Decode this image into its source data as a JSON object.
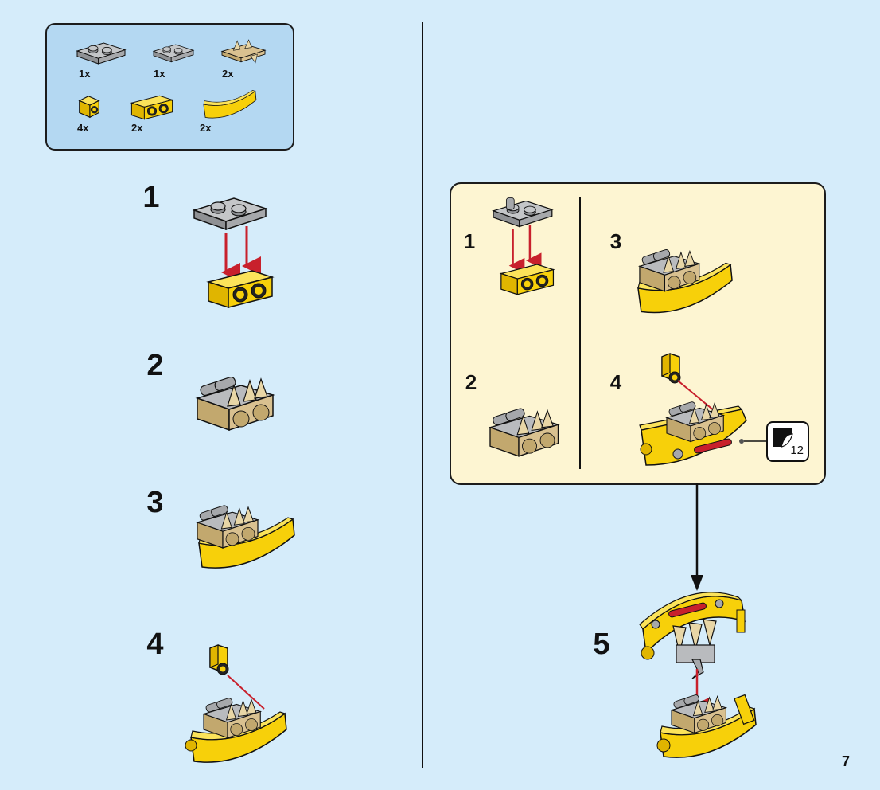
{
  "parts_list": {
    "items": [
      {
        "qty": "1x",
        "name": "grey plate 1x2 with clips"
      },
      {
        "qty": "1x",
        "name": "grey plate 1x2 with bar handle"
      },
      {
        "qty": "2x",
        "name": "tan plate with teeth"
      },
      {
        "qty": "4x",
        "name": "yellow bracket 1x1"
      },
      {
        "qty": "2x",
        "name": "yellow brick 1x2 with studs on side"
      },
      {
        "qty": "2x",
        "name": "yellow curved slope"
      }
    ]
  },
  "main_steps": [
    {
      "number": "1"
    },
    {
      "number": "2"
    },
    {
      "number": "3"
    },
    {
      "number": "4"
    }
  ],
  "sub_assembly": {
    "steps": [
      {
        "number": "1"
      },
      {
        "number": "2"
      },
      {
        "number": "3"
      },
      {
        "number": "4"
      }
    ],
    "page_ref": "12"
  },
  "final_step": {
    "number": "5"
  },
  "page_number": "7",
  "colors": {
    "background": "#d5ecfa",
    "parts_box": "#b4d8f2",
    "sub_box": "#fdf5d2",
    "yellow": "#f7d00a",
    "grey": "#a6a8ab",
    "tan": "#d9c190",
    "arrow_red": "#c8202c"
  },
  "icons": [
    "brick-icon",
    "down-arrow-icon",
    "sticker-page-ref-icon"
  ]
}
